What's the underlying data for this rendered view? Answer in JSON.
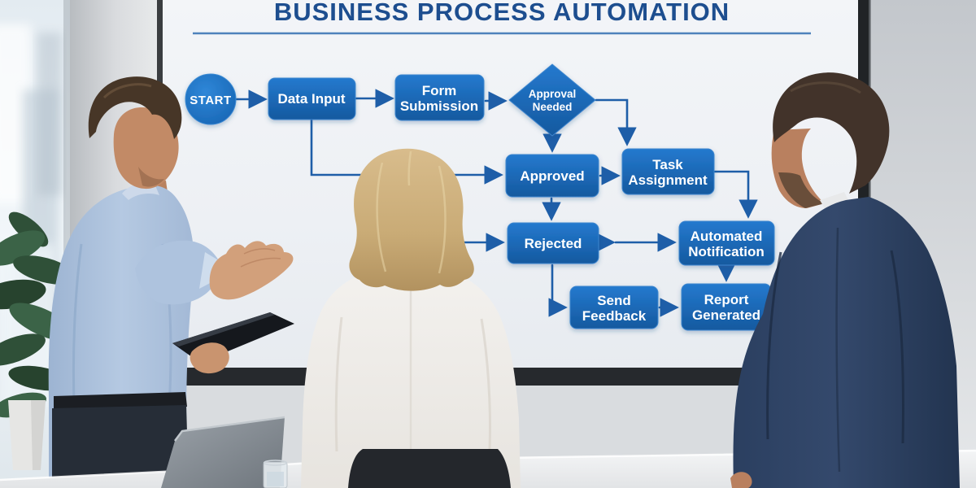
{
  "title": {
    "text": "BUSINESS PROCESS AUTOMATION"
  },
  "flowchart": {
    "nodes": {
      "start": {
        "type": "start",
        "label": "START"
      },
      "data_input": {
        "type": "process",
        "label": "Data Input"
      },
      "form_submission": {
        "type": "process",
        "line1": "Form",
        "line2": "Submission"
      },
      "approval_needed": {
        "type": "decision",
        "line1": "Approval",
        "line2": "Needed"
      },
      "approved": {
        "type": "process",
        "label": "Approved"
      },
      "task_assignment": {
        "type": "process",
        "line1": "Task",
        "line2": "Assignment"
      },
      "rejected": {
        "type": "process",
        "label": "Rejected"
      },
      "automated_notification": {
        "type": "process",
        "line1": "Automated",
        "line2": "Notification"
      },
      "send_feedback": {
        "type": "process",
        "line1": "Send",
        "line2": "Feedback"
      },
      "report_generated": {
        "type": "process",
        "line1": "Report",
        "line2": "Generated"
      }
    },
    "edges": [
      {
        "from": "start",
        "to": "data_input"
      },
      {
        "from": "data_input",
        "to": "form_submission"
      },
      {
        "from": "form_submission",
        "to": "approval_needed"
      },
      {
        "from": "approval_needed",
        "to": "task_assignment"
      },
      {
        "from": "approval_needed",
        "to": "approved"
      },
      {
        "from": "data_input",
        "to": "approved"
      },
      {
        "from": "approved",
        "to": "task_assignment"
      },
      {
        "from": "approved",
        "to": "rejected"
      },
      {
        "from": "(occluded-by-person)",
        "to": "rejected"
      },
      {
        "from": "rejected",
        "to": "automated_notification"
      },
      {
        "from": "task_assignment",
        "to": "automated_notification"
      },
      {
        "from": "automated_notification",
        "to": "report_generated"
      },
      {
        "from": "rejected",
        "to": "send_feedback"
      },
      {
        "from": "send_feedback",
        "to": "report_generated"
      }
    ],
    "colors": {
      "node_fill_top": "#2479ce",
      "node_fill_bottom": "#15599f",
      "connector": "#1e5ea8",
      "title_text": "#1d4e8f",
      "node_text": "#ffffff",
      "underline": "#4e82bc",
      "screen_background": "#eef1f5"
    }
  },
  "scene": {
    "objects": [
      "presenter-with-tablet",
      "woman-viewing-screen",
      "man-in-navy-suit",
      "wall-mounted-presentation-screen",
      "office-plant",
      "laptop",
      "water-glass",
      "conference-table",
      "office-window"
    ]
  }
}
